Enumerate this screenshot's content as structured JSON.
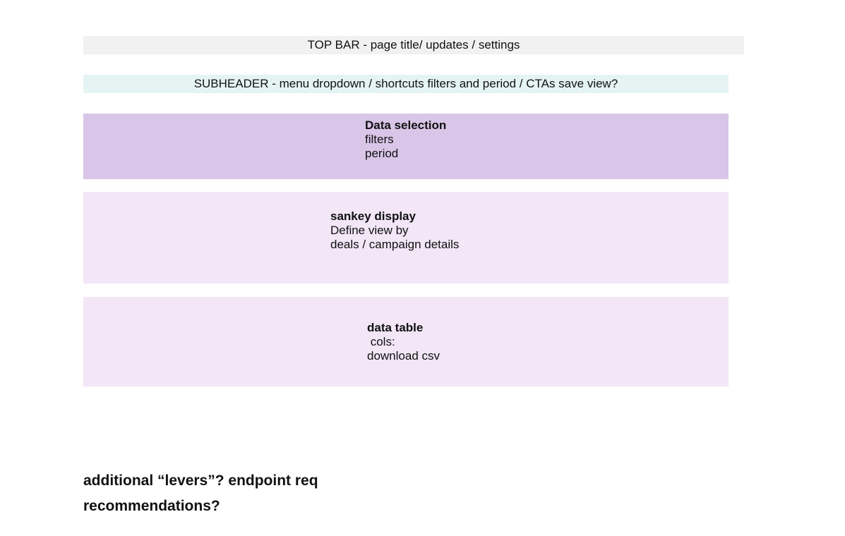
{
  "topbar": {
    "label": "TOP BAR - page title/ updates / settings"
  },
  "subheader": {
    "label": "SUBHEADER - menu dropdown / shortcuts filters and period / CTAs save view?"
  },
  "data_selection": {
    "heading": "Data selection",
    "lines": [
      "filters",
      "period"
    ]
  },
  "sankey": {
    "heading": "sankey display",
    "lines": [
      "Define view by",
      "deals / campaign details"
    ]
  },
  "data_table": {
    "heading": "data table",
    "lines": [
      " cols:",
      "download csv"
    ]
  },
  "notes": {
    "lines": [
      "additional “levers”? endpoint req",
      "recommendations?"
    ]
  },
  "colors": {
    "topbar_bg": "#f1f1f1",
    "subheader_bg": "#e5f4f3",
    "data_selection_bg": "#d9c5e8",
    "sankey_bg": "#f2e6f7",
    "data_table_bg": "#f2e6f7"
  }
}
